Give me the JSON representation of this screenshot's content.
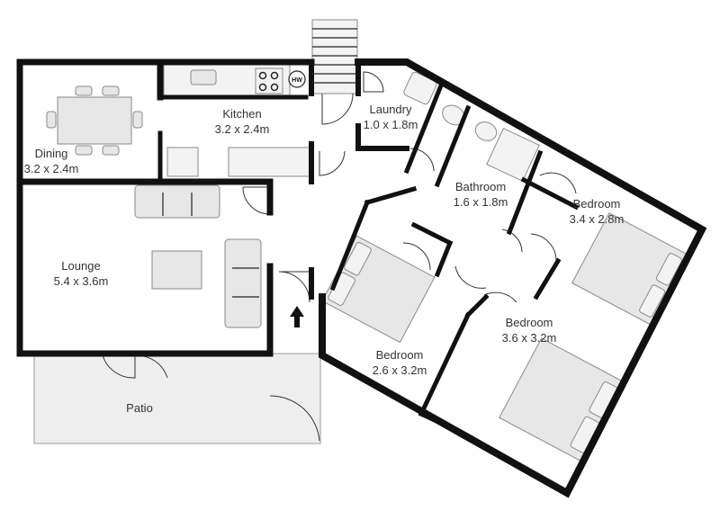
{
  "rooms": {
    "dining": {
      "name": "Dining",
      "size": "3.2 x 2.4m"
    },
    "kitchen": {
      "name": "Kitchen",
      "size": "3.2 x 2.4m"
    },
    "laundry": {
      "name": "Laundry",
      "size": "1.0 x 1.8m"
    },
    "bathroom": {
      "name": "Bathroom",
      "size": "1.6 x 1.8m"
    },
    "bedroom_ne": {
      "name": "Bedroom",
      "size": "3.4 x 2.8m"
    },
    "lounge": {
      "name": "Lounge",
      "size": "5.4 x 3.6m"
    },
    "bedroom_se": {
      "name": "Bedroom",
      "size": "3.6 x 3.2m"
    },
    "bedroom_s": {
      "name": "Bedroom",
      "size": "2.6 x 3.2m"
    },
    "patio": {
      "name": "Patio"
    }
  },
  "fixtures": {
    "hot_water": "HW",
    "entry_icon": "up-arrow-icon"
  },
  "colors": {
    "wall": "#111111",
    "furniture": "#e7e7e7",
    "patio": "#eeeeee"
  }
}
